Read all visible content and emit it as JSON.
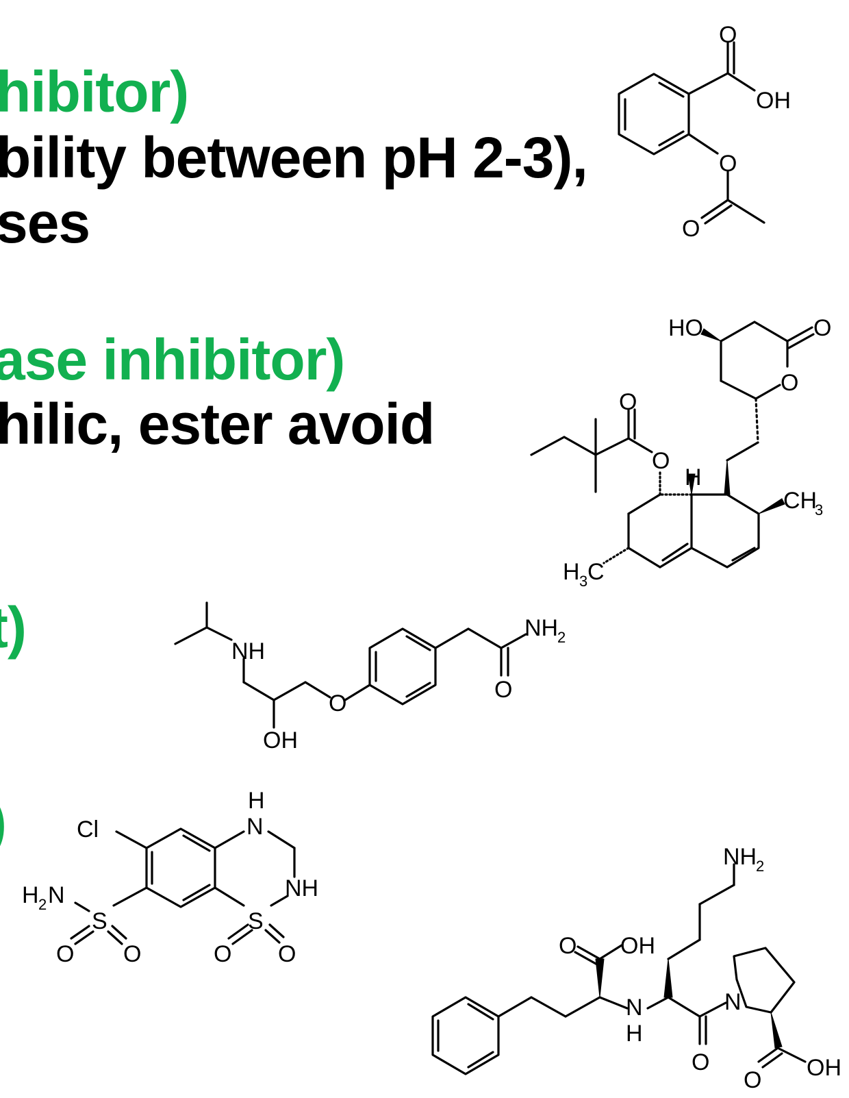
{
  "slide": {
    "lines": [
      {
        "text": "hibitor)"
      },
      {
        "text": "bility between pH 2-3),"
      },
      {
        "text": "ses"
      },
      {
        "text": "ase inhibitor)"
      },
      {
        "text": "hilic, ester avoid"
      },
      {
        "text": "t)"
      },
      {
        "text": ")"
      }
    ]
  },
  "structures": {
    "aspirin": {
      "o": "O",
      "oh": "OH"
    },
    "simvastatin": {
      "ho": "HO",
      "o": "O",
      "h": "H",
      "ch3": "CH",
      "h3c": "H",
      "c": "C",
      "sub3": "3"
    },
    "atenolol": {
      "nh": "NH",
      "oh": "OH",
      "o": "O",
      "nh2": "NH",
      "sub2": "2"
    },
    "hydrochlorothiazide": {
      "cl": "Cl",
      "h": "H",
      "n": "N",
      "nh": "NH",
      "h2n": "H",
      "n2": "N",
      "s": "S",
      "o": "O",
      "sub2": "2"
    },
    "lisinopril": {
      "nh2": "NH",
      "sub2": "2",
      "o": "O",
      "oh": "OH",
      "n": "N",
      "h": "H",
      "oh2": "OH"
    }
  },
  "colors": {
    "accent_green": "#12b050",
    "text_black": "#000000"
  }
}
